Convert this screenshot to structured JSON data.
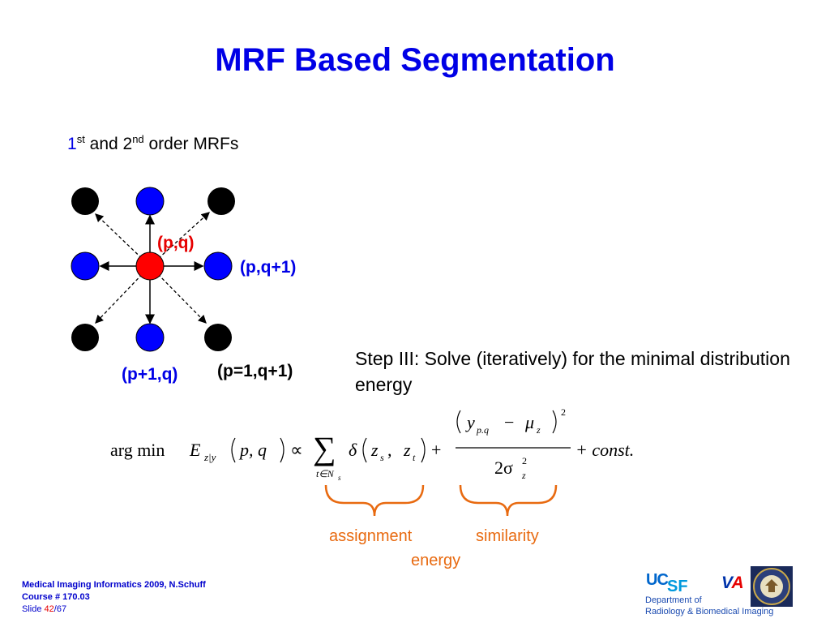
{
  "title": "MRF Based Segmentation",
  "subtitle": {
    "n1": "1",
    "sup1": "st",
    "mid": " and 2",
    "sup2": "nd",
    "end": " order MRFs"
  },
  "labels": {
    "center": "(p,q)",
    "right": "(p,q+1)",
    "bottom": "(p+1,q)",
    "diag": "(p=1,q+1)"
  },
  "step_text": "Step III: Solve (iteratively) for the minimal distribution energy",
  "equation": {
    "argmin": "arg min",
    "E": "E",
    "E_sub": "z|y",
    "args": "p, q",
    "prop": "∝",
    "sum": "∑",
    "sum_sub": "t∈N",
    "sum_sub_s": "s",
    "delta": "δ",
    "z": "z",
    "sub_s": "s",
    "sub_t": "t",
    "plus": "+",
    "num_y": "y",
    "num_y_sub": "p.q",
    "minus": "−",
    "mu": "μ",
    "mu_sub": "z",
    "pow": "2",
    "den": "2σ",
    "den_sup": "2",
    "den_sub": "z",
    "tail": "+ const."
  },
  "brace_labels": {
    "assignment": "assignment",
    "energy": "energy",
    "similarity": "similarity"
  },
  "footer": {
    "line1": "Medical Imaging Informatics 2009, N.Schuff",
    "line2": "Course # 170.03",
    "slide_prefix": "Slide ",
    "slide_num": "42",
    "slide_total": "/67"
  },
  "logos": {
    "uc": "UC",
    "sf": "SF",
    "v": "V",
    "a": "A",
    "dept1": "Department of",
    "dept2": "Radiology & Biomedical Imaging"
  },
  "colors": {
    "blue_node": "#0000ff",
    "black_node": "#000000",
    "center_node": "#ff0000",
    "title": "#0000e6",
    "brace": "#e86a10"
  }
}
